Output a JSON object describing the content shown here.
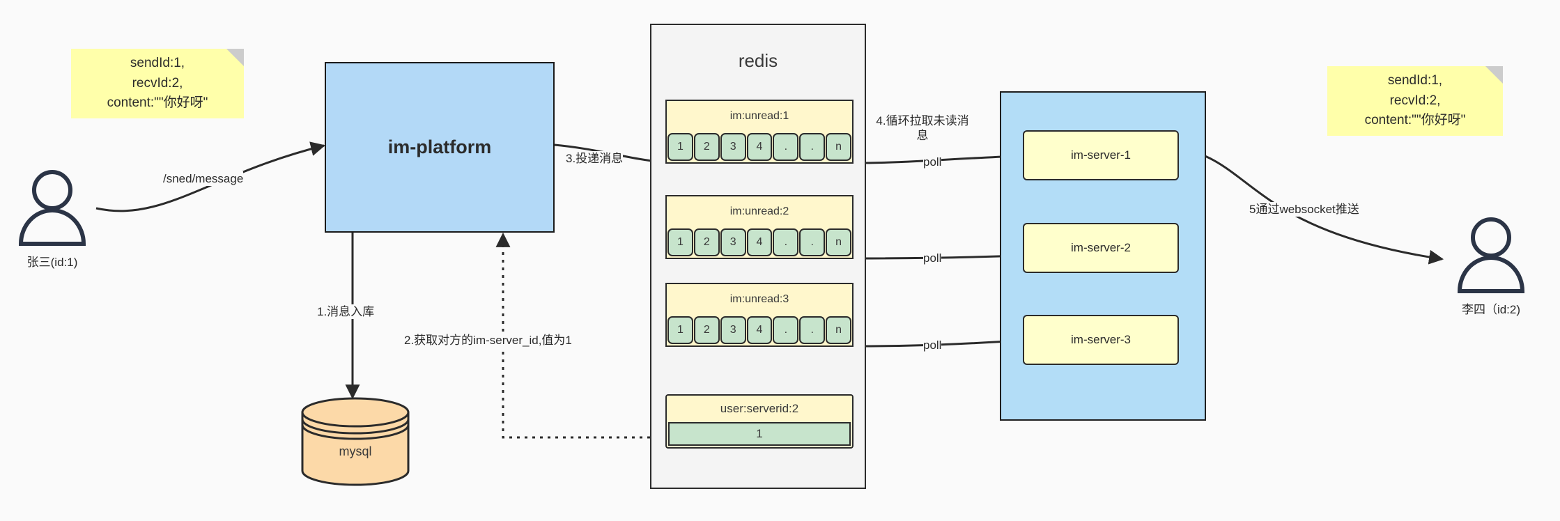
{
  "diagram": {
    "title": "IM message delivery architecture",
    "colors": {
      "background": "#fafafa",
      "note": "#ffffaa",
      "note_fold": "#cccccc",
      "blue_box": "#b3d9f7",
      "blue_container": "#b3ddf7",
      "redis_container": "#f4f4f4",
      "list_key": "#fff7cc",
      "list_cell": "#c7e4cc",
      "server_box": "#ffffcc",
      "mysql": "#fcd9a8",
      "stroke": "#2b2b2b"
    }
  },
  "actors": {
    "sender": {
      "caption": "张三(id:1)",
      "icon": "user-icon"
    },
    "receiver": {
      "caption": "李四（id:2)",
      "icon": "user-icon"
    }
  },
  "notes": {
    "left": {
      "lines": [
        "sendId:1,",
        "recvId:2,",
        "content:\"\"你好呀\""
      ]
    },
    "right": {
      "lines": [
        "sendId:1,",
        "recvId:2,",
        "content:\"\"你好呀\""
      ]
    }
  },
  "platform": {
    "label": "im-platform"
  },
  "datastore": {
    "label": "mysql"
  },
  "redis": {
    "title": "redis",
    "lists": [
      {
        "key": "im:unread:1",
        "cells": [
          "1",
          "2",
          "3",
          "4",
          ".",
          ".",
          "n"
        ]
      },
      {
        "key": "im:unread:2",
        "cells": [
          "1",
          "2",
          "3",
          "4",
          ".",
          ".",
          "n"
        ]
      },
      {
        "key": "im:unread:3",
        "cells": [
          "1",
          "2",
          "3",
          "4",
          ".",
          ".",
          "n"
        ]
      }
    ],
    "kv": {
      "key": "user:serverid:2",
      "value": "1"
    }
  },
  "servers": {
    "items": [
      {
        "label": "im-server-1"
      },
      {
        "label": "im-server-2"
      },
      {
        "label": "im-server-3"
      }
    ]
  },
  "edges": {
    "send_message": "/sned/message",
    "step1": "1.消息入库",
    "step2": "2.获取对方的im-server_id,值为1",
    "step3": "3.投递消息",
    "step4": "4.循环拉取未读消息",
    "step5": "5通过websocket推送",
    "poll1": "poll",
    "poll2": "poll",
    "poll3": "poll"
  }
}
